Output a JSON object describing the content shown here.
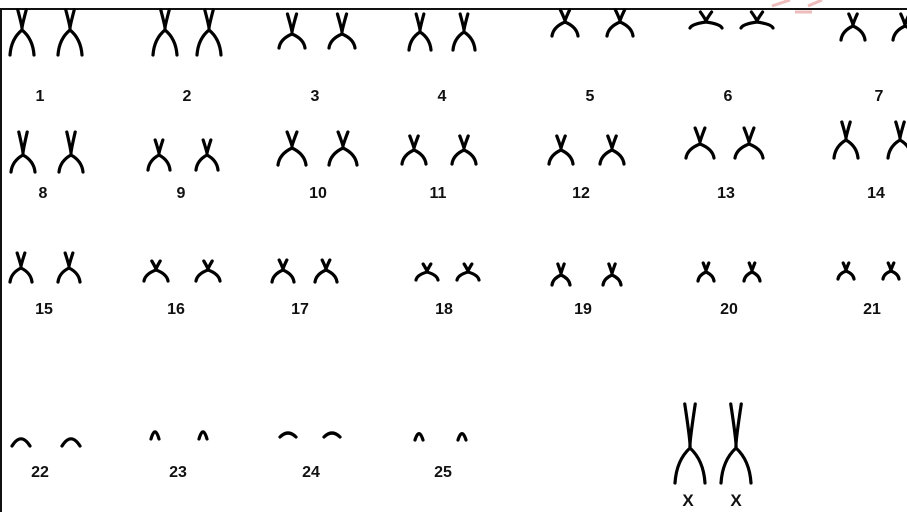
{
  "karyotype": {
    "pairs": [
      {
        "label": "1"
      },
      {
        "label": "2"
      },
      {
        "label": "3"
      },
      {
        "label": "4"
      },
      {
        "label": "5"
      },
      {
        "label": "6"
      },
      {
        "label": "7"
      },
      {
        "label": "8"
      },
      {
        "label": "9"
      },
      {
        "label": "10"
      },
      {
        "label": "11"
      },
      {
        "label": "12"
      },
      {
        "label": "13"
      },
      {
        "label": "14"
      },
      {
        "label": "15"
      },
      {
        "label": "16"
      },
      {
        "label": "17"
      },
      {
        "label": "18"
      },
      {
        "label": "19"
      },
      {
        "label": "20"
      },
      {
        "label": "21"
      },
      {
        "label": "22"
      },
      {
        "label": "23"
      },
      {
        "label": "24"
      },
      {
        "label": "25"
      }
    ],
    "sex_chromosomes": {
      "left_label": "X",
      "right_label": "X"
    }
  },
  "colors": {
    "chromosome": "#000000",
    "background": "#ffffff",
    "watermark": "#e8a0a0"
  }
}
